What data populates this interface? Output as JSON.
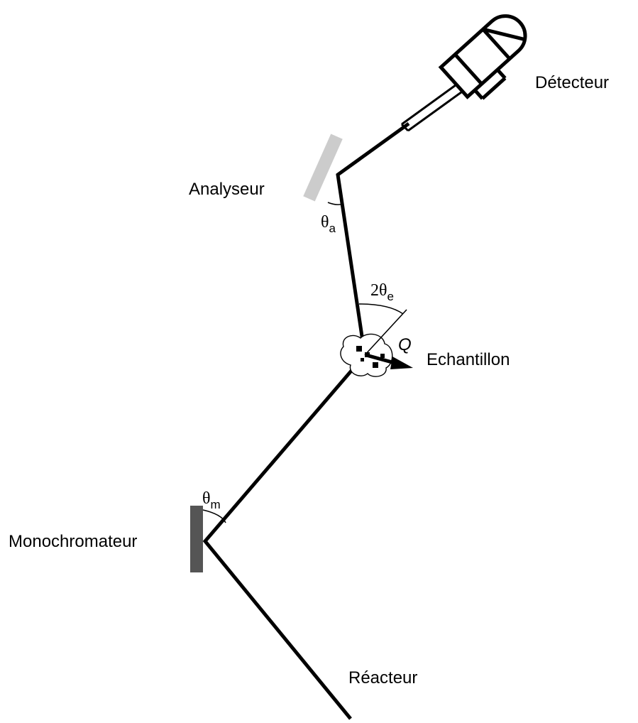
{
  "labels": {
    "detector": "Détecteur",
    "analyzer": "Analyseur",
    "sample": "Echantillon",
    "monochromator": "Monochromateur",
    "reactor": "Réacteur",
    "q_vector": "Q"
  },
  "angles": {
    "theta_a": {
      "symbol": "θ",
      "subscript": "a"
    },
    "two_theta_e": {
      "symbol": "2θ",
      "subscript": "e"
    },
    "theta_m": {
      "symbol": "θ",
      "subscript": "m"
    }
  },
  "colors": {
    "beam": "#000000",
    "analyzer_crystal": "#cccccc",
    "monochromator_crystal": "#555555",
    "background": "#ffffff"
  }
}
